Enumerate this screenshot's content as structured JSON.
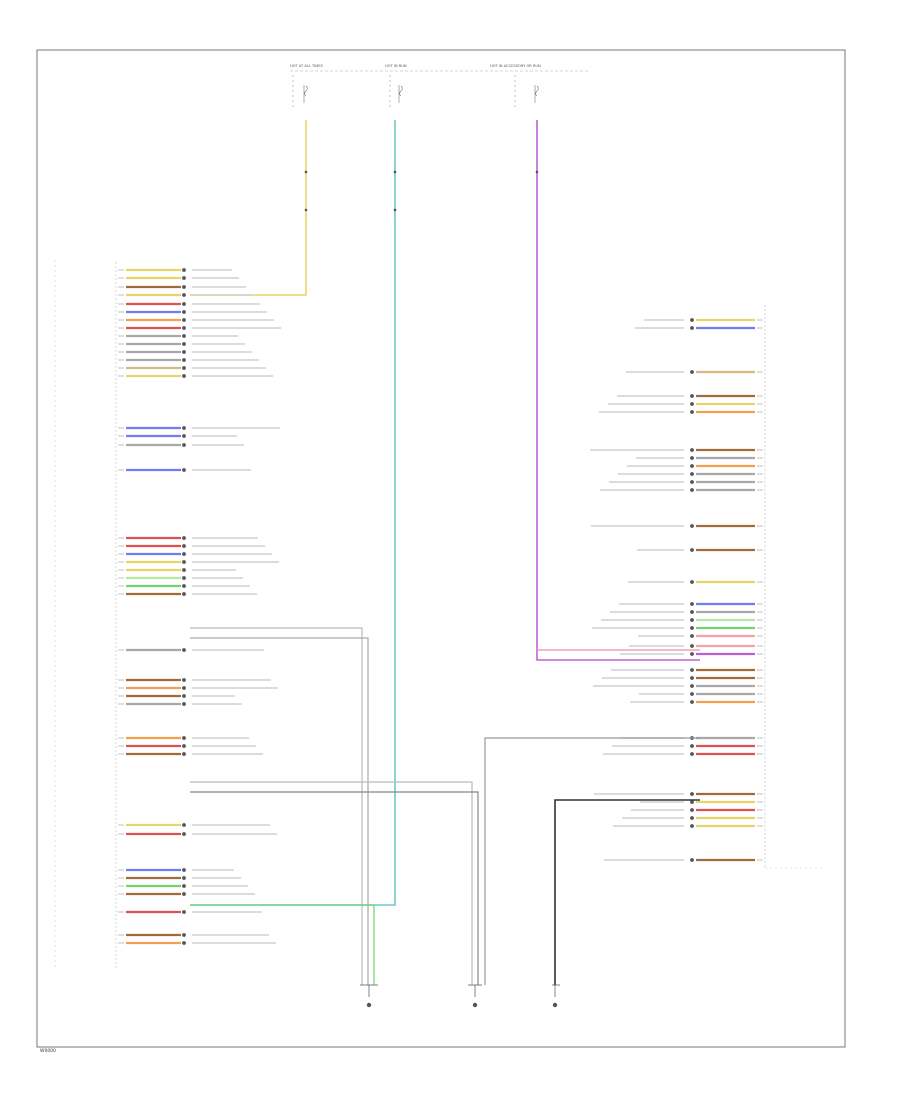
{
  "page": {
    "footer_code": "W0000"
  },
  "colors": {
    "yel": "#e6d56a",
    "wht": "#d8d8d8",
    "blk": "#333333",
    "grn": "#6fd36f",
    "blu": "#6f7df0",
    "red": "#e05050",
    "gry": "#a8a8a8",
    "org": "#f0a050",
    "brn": "#a06a3a",
    "vio": "#c060d8",
    "pnk": "#f3a0b0",
    "tan": "#d8b880",
    "lgrn": "#b8e8a0",
    "pur": "#b860d8"
  },
  "fuse_labels": {
    "f1": {
      "top": "HOT AT ALL TIMES",
      "caption": "",
      "code": ""
    },
    "f2": {
      "top": "HOT IN RUN",
      "caption": "",
      "code": ""
    },
    "f3": {
      "top": "HOT IN ACCESSORY OR RUN",
      "caption": "",
      "code": ""
    }
  },
  "left_module": {
    "label": ""
  },
  "right_module": {
    "label": ""
  },
  "grounds": [
    {
      "name": "",
      "label": ""
    },
    {
      "name": "",
      "label": ""
    },
    {
      "name": "",
      "label": ""
    }
  ],
  "left_connector": {
    "name": ""
  },
  "right_connector": {
    "name": ""
  }
}
